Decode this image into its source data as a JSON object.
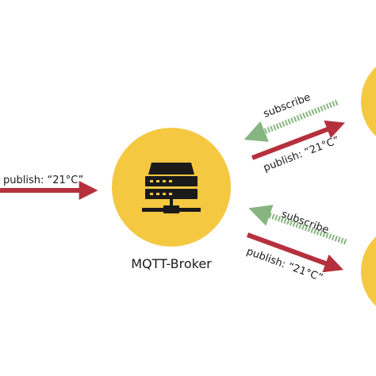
{
  "colors": {
    "node_fill": "#f5c842",
    "publish_arrow": "#b5303d",
    "subscribe_arrow": "#86b57f",
    "icon": "#1a1a1a",
    "text": "#1a1a1a"
  },
  "broker": {
    "label": "MQTT-Broker",
    "icon": "server-rack-icon"
  },
  "left_publish": {
    "label": "publish: “21°C”"
  },
  "upper_link": {
    "subscribe_label": "subscribe",
    "publish_label": "publish: “21°C”"
  },
  "lower_link": {
    "subscribe_label": "subscribe",
    "publish_label": "publish: “21°C”"
  }
}
